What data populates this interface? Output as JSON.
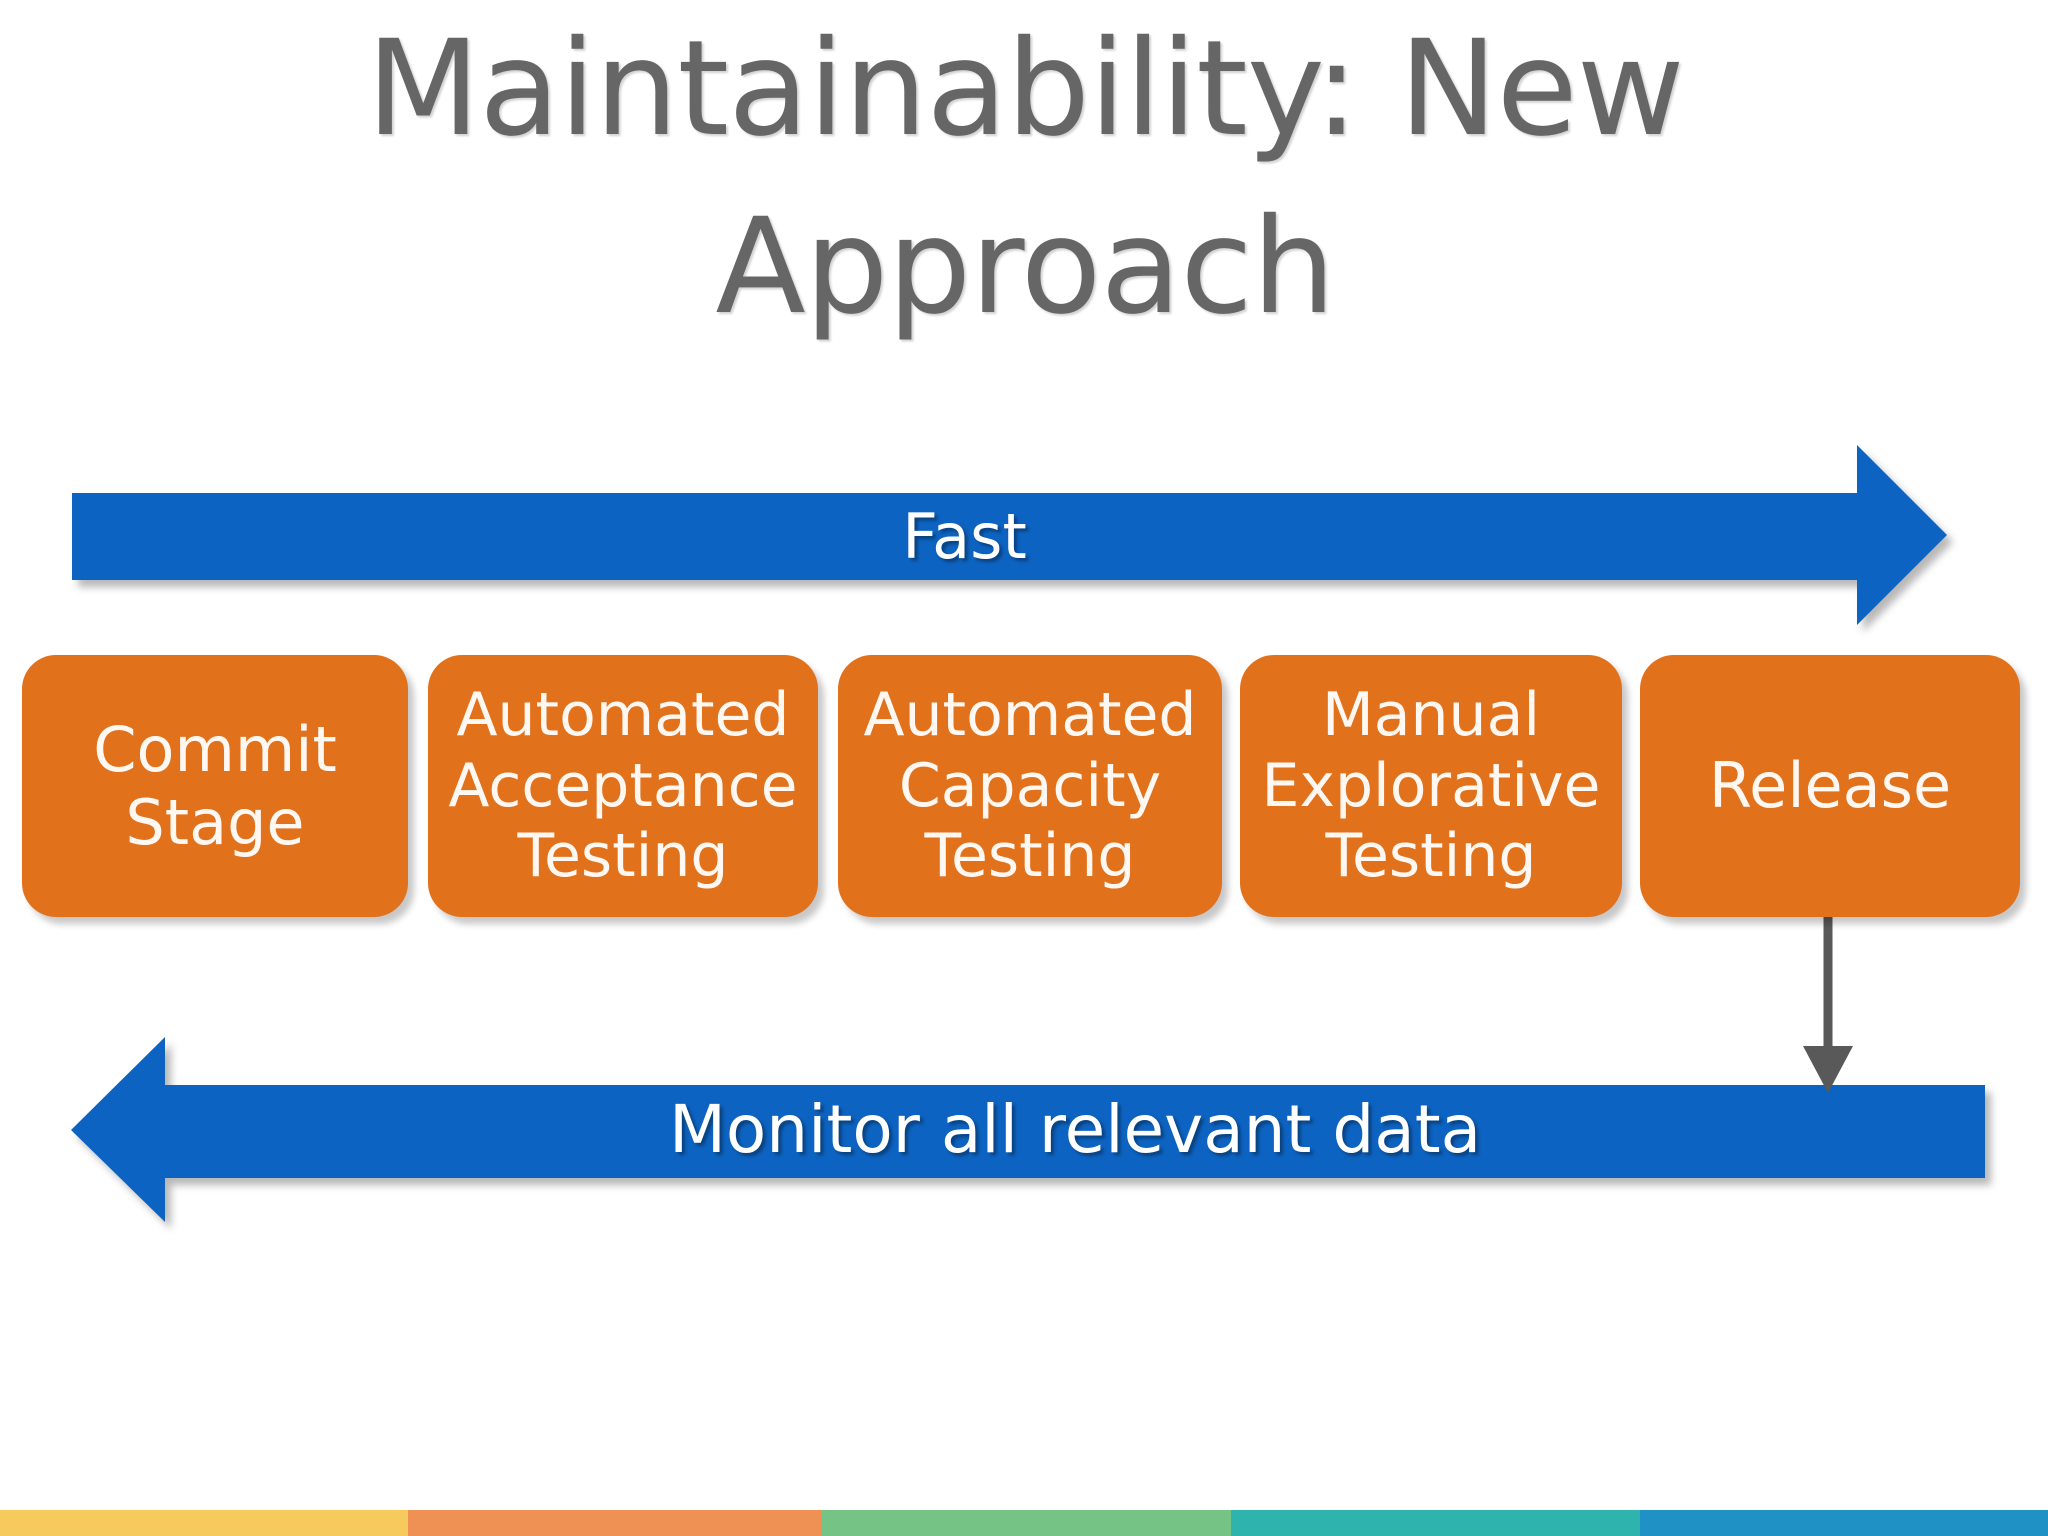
{
  "slide": {
    "title": "Maintainability: New\nApproach",
    "background_color": "#ffffff",
    "title_color": "#666666"
  },
  "diagram": {
    "type": "pipeline-flow",
    "top_arrow": {
      "label": "Fast",
      "direction": "right",
      "color": "#0B64C1",
      "text_color": "#ffffff"
    },
    "bottom_arrow": {
      "label": "Monitor all relevant data",
      "direction": "left",
      "color": "#0B64C1",
      "text_color": "#ffffff"
    },
    "connector": {
      "name": "release-to-monitor-connector",
      "direction": "down",
      "color": "#595959"
    },
    "stages": [
      {
        "label": "Commit\nStage",
        "color": "#E2711C"
      },
      {
        "label": "Automated\nAcceptance\nTesting",
        "color": "#E2711C"
      },
      {
        "label": "Automated\nCapacity\nTesting",
        "color": "#E2711C"
      },
      {
        "label": "Manual\nExplorative\nTesting",
        "color": "#E2711C"
      },
      {
        "label": "Release",
        "color": "#E2711C"
      }
    ]
  },
  "footer_strip": {
    "segments": [
      {
        "name": "yellow",
        "color": "#F7CA5E",
        "width_pct": 19.9
      },
      {
        "name": "orange",
        "color": "#EF9055",
        "width_pct": 20.2
      },
      {
        "name": "green",
        "color": "#75C485",
        "width_pct": 20.0
      },
      {
        "name": "teal",
        "color": "#2FB3AD",
        "width_pct": 20.0
      },
      {
        "name": "blue",
        "color": "#2091C4",
        "width_pct": 19.9
      }
    ]
  }
}
